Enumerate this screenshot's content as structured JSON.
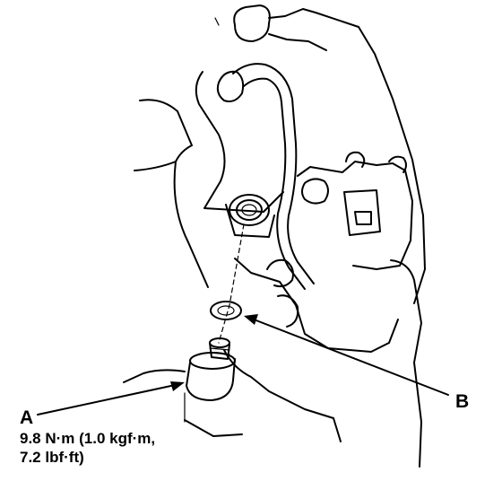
{
  "callouts": {
    "a": {
      "letter": "A"
    },
    "b": {
      "letter": "B"
    }
  },
  "torque_spec": {
    "line1": "9.8 N·m (1.0 kgf·m,",
    "line2": "7.2 lbf·ft)"
  }
}
